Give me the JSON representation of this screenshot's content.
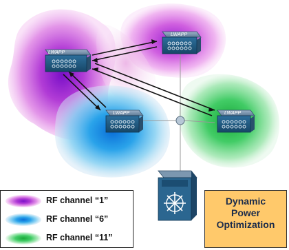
{
  "access_points": [
    {
      "label": "LWAPP"
    },
    {
      "label": "LWAPP"
    },
    {
      "label": "LWAPP"
    },
    {
      "label": "LWAPP"
    }
  ],
  "legend": {
    "items": [
      {
        "label": "RF channel “1”",
        "color": "#a020c0"
      },
      {
        "label": "RF channel “6”",
        "color": "#1e88e5"
      },
      {
        "label": "RF channel “11”",
        "color": "#2ecc40"
      }
    ]
  },
  "feature_box": {
    "lines": [
      "Dynamic",
      "Power",
      "Optimization"
    ],
    "color": "#ffc96b"
  }
}
